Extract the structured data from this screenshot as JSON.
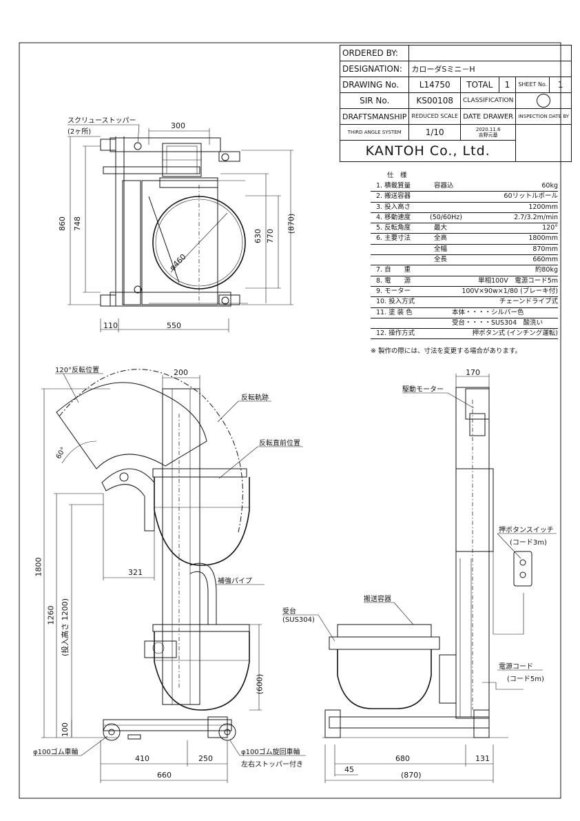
{
  "title_block": {
    "ordered_by_label": "ORDERED BY:",
    "ordered_by_value": "",
    "designation_label": "DESIGNATION:",
    "designation_value": "カローダSミニ－H",
    "drawing_no_label": "DRAWING No.",
    "drawing_no_value": "L14750",
    "total_label": "TOTAL",
    "total_value": "1",
    "sheet_label": "SHEET No.",
    "sheet_value": "1",
    "sir_no_label": "SIR No.",
    "sir_no_value": "KS00108",
    "classification_label": "CLASSIFICATION",
    "draftsmanship_label": "DRAFTSMANSHIP",
    "reduced_scale_label": "REDUCED SCALE",
    "date_drawer_label": "DATE DRAWER",
    "inspection_label": "INSPECTION DATE BY",
    "third_angle_label": "THIRD ANGLE SYSTEM",
    "scale_value": "1/10",
    "date_value": "2020.11.6",
    "drawer_value": "吉野元基",
    "company": "KANTOH Co., Ltd."
  },
  "spec": {
    "heading": "仕　様",
    "rows": [
      {
        "label": "1. 積載質量",
        "mid": "容器込",
        "value": "60kg"
      },
      {
        "label": "2. 搬送容器",
        "mid": "",
        "value": "60リットルボール"
      },
      {
        "label": "3. 投入高さ",
        "mid": "",
        "value": "1200mm"
      },
      {
        "label": "4. 移動速度",
        "mid": "(50/60Hz)",
        "value": "2.7/3.2m/min"
      },
      {
        "label": "5. 反転角度",
        "mid": "最大",
        "value": "120°"
      },
      {
        "label": "6. 主要寸法",
        "mid": "全高",
        "value": "1800mm"
      },
      {
        "label": "",
        "mid": "全幅",
        "value": "870mm"
      },
      {
        "label": "",
        "mid": "全長",
        "value": "660mm"
      },
      {
        "label": "7. 自　　重",
        "mid": "",
        "value": "約80kg"
      },
      {
        "label": "8. 電　　源",
        "mid": "単相100V　電源コード5m",
        "value": ""
      },
      {
        "label": "9. モーター",
        "mid": "100V×90w×1/80 (ブレーキ付)",
        "value": ""
      },
      {
        "label": "10. 投入方式",
        "mid": "",
        "value": "チェーンドライブ式"
      },
      {
        "label": "11. 塗 装 色",
        "mid": "本体・・・・シルバー色",
        "value": ""
      },
      {
        "label": "",
        "mid": "受台・・・・SUS304　酸洗い",
        "value": ""
      },
      {
        "label": "12. 操作方式",
        "mid": "押ボタン式 (インチング運転)",
        "value": ""
      }
    ],
    "note": "※ 製作の際には、寸法を変更する場合があります。"
  },
  "top_view": {
    "screw_stopper_label": "スクリューストッパー",
    "screw_stopper_count": "(2ヶ所)",
    "dims": {
      "width_top": "300",
      "height_860": "860",
      "height_748": "748",
      "height_630": "630",
      "height_770": "770",
      "height_870": "(870)",
      "dia": "φ460",
      "dim_110": "110",
      "dim_550": "550"
    }
  },
  "front_view": {
    "tilt_position_label": "120°反転位置",
    "trajectory_label": "反転軌跡",
    "pre_tilt_label": "反転直前位置",
    "reinforce_pipe_label": "補強パイプ",
    "angle_label": "60°",
    "dims": {
      "width_200": "200",
      "dim_321": "321",
      "height_1800": "1800",
      "height_1260": "1260",
      "height_1200": "(投入高さ 1200)",
      "height_600": "(600)",
      "height_100": "100",
      "dim_410": "410",
      "dim_250": "250",
      "dim_660": "660"
    },
    "wheel_label": "φ100ゴム車輪",
    "caster_label": "φ100ゴム旋回車輪",
    "stopper_note": "左右ストッパー付き"
  },
  "side_view": {
    "motor_label": "駆動モーター",
    "push_button_label": "押ボタンスイッチ",
    "push_button_cord": "(コード3m)",
    "container_label": "搬送容器",
    "receiver_label": "受台",
    "receiver_material": "(SUS304)",
    "power_cord_label": "電源コード",
    "power_cord_length": "(コード5m)",
    "dims": {
      "width_170": "170",
      "dim_680": "680",
      "dim_131": "131",
      "dim_45": "45",
      "dim_870": "(870)"
    }
  }
}
